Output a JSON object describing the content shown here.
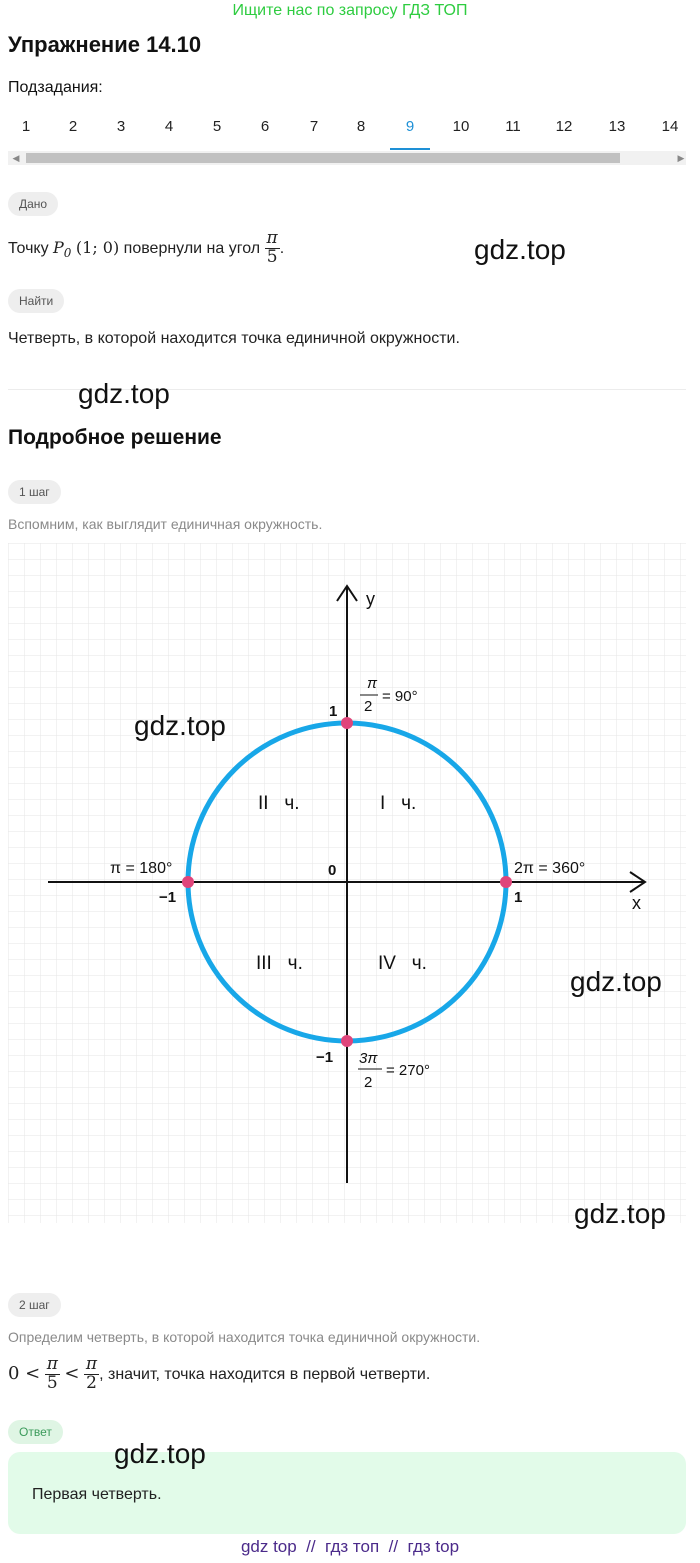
{
  "header": {
    "top_link": "Ищите нас по запросу ГДЗ ТОП",
    "title": "Упражнение 14.10"
  },
  "subtasks": {
    "label": "Подзадания:",
    "items": [
      "1",
      "2",
      "3",
      "4",
      "5",
      "6",
      "7",
      "8",
      "9",
      "10",
      "11",
      "12",
      "13",
      "14"
    ],
    "active": "9"
  },
  "given": {
    "chip": "Дано",
    "text_before": "Точку ",
    "point": "P",
    "point_sub": "0",
    "coords": "(1; 0)",
    "text_after": " повернули на угол ",
    "angle_num": "π",
    "angle_den": "5"
  },
  "find": {
    "chip": "Найти",
    "text": "Четверть, в которой находится точка единичной окружности."
  },
  "solution": {
    "heading": "Подробное решение",
    "step1": {
      "chip": "1 шаг",
      "text": "Вспомним, как выглядит единичная окружность."
    },
    "step2": {
      "chip": "2 шаг",
      "text": "Определим четверть, в которой находится точка единичной окружности.",
      "ineq_zero": "0 <",
      "frac1_num": "π",
      "frac1_den": "5",
      "lt": "<",
      "frac2_num": "π",
      "frac2_den": "2",
      "conclusion": ", значит, точка находится в первой четверти."
    }
  },
  "diagram": {
    "axis_x": "x",
    "axis_y": "y",
    "origin": "0",
    "x_pos": "1",
    "x_neg": "−1",
    "y_pos": "1",
    "y_neg": "−1",
    "q1": "I   ч.",
    "q2": "II   ч.",
    "q3": "III   ч.",
    "q4": "IV   ч.",
    "top_frac_num": "π",
    "top_frac_den": "2",
    "top_eq": "= 90°",
    "left_label": "π = 180°",
    "right_label": "2π = 360°",
    "bottom_frac_num": "3π",
    "bottom_frac_den": "2",
    "bottom_eq": "= 270°",
    "circle_color": "#18a7e8",
    "point_color": "#e0457b"
  },
  "answer": {
    "chip": "Ответ",
    "text": "Первая четверть."
  },
  "watermark": "gdz.top",
  "footer": "gdz top  //  гдз топ  //  гдз top"
}
